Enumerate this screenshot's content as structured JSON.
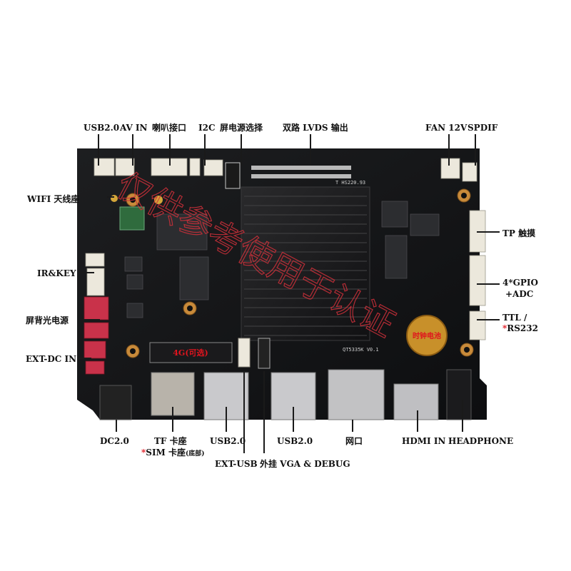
{
  "board": {
    "chip_marking": "T HS220.93",
    "model_marking": "QT5335K V0.1",
    "module_label": "4G(可选)",
    "battery_label": "时钟电池",
    "watermark": "仅供参考使用于认证"
  },
  "labels": {
    "usb20_top": "USB2.0",
    "av_in": "AV IN",
    "speaker": "喇叭接口",
    "i2c": "I2C",
    "screen_power": "屏电源选择",
    "lvds": "双路 LVDS 输出",
    "fan": "FAN 12V",
    "spdif": "SPDIF",
    "wifi": "WIFI 天线座",
    "ir_key": "IR&KEY",
    "backlight": "屏背光电源",
    "ext_dc": "EXT-DC IN",
    "tp": "TP  触摸",
    "gpio": "4*GPIO",
    "adc": "+ADC",
    "ttl": "TTL /",
    "rs232_star": "*",
    "rs232": "RS232",
    "dc": "DC2.0",
    "tf": "TF 卡座",
    "sim_star": "*",
    "sim": "SIM 卡座",
    "sim_note": "(底部)",
    "usb20_b1": "USB2.0",
    "ext_usb": "EXT-USB",
    "usb20_b2": "USB2.0",
    "vga_debug": "外挂 VGA & DEBUG",
    "network": "网口",
    "hdmi": "HDMI IN",
    "headphone": "HEADPHONE"
  }
}
